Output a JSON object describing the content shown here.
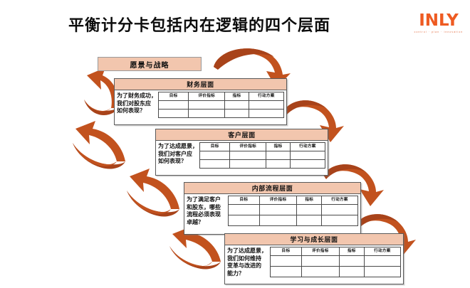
{
  "slide": {
    "title": "平衡计分卡包括内在逻辑的四个层面",
    "background_color": "#ffffff",
    "accent_color": "#D1541E",
    "header_fill_color": "#F2C6AE",
    "logo_color": "#EE5B22"
  },
  "logo": {
    "mark": "INLY",
    "tagline": "control · plan · innovation"
  },
  "vision": {
    "label": "愿景与战略"
  },
  "columns": [
    "目标",
    "评价指标",
    "指标",
    "行动方案"
  ],
  "panels": [
    {
      "id": "financial",
      "title": "财务层面",
      "question": "为了财务成功，\n我们对股东应\n如何表现？",
      "columns": [
        "目标",
        "评价指标",
        "指标",
        "行动方案"
      ],
      "rows": [
        [
          "",
          "",
          "",
          ""
        ],
        [
          "",
          "",
          "",
          ""
        ]
      ]
    },
    {
      "id": "customer",
      "title": "客户层面",
      "question": "为了达成愿景，\n我们对客户应\n如何表现？",
      "columns": [
        "目标",
        "评价指标",
        "指标",
        "行动方案"
      ],
      "rows": [
        [
          "",
          "",
          "",
          ""
        ],
        [
          "",
          "",
          "",
          ""
        ]
      ]
    },
    {
      "id": "process",
      "title": "内部流程层面",
      "question": "为了满足客户\n和股东，哪些\n流程必须表现\n卓越？",
      "columns": [
        "目标",
        "评价指标",
        "指标",
        "行动方案"
      ],
      "rows": [
        [
          "",
          "",
          "",
          ""
        ],
        [
          "",
          "",
          "",
          ""
        ]
      ]
    },
    {
      "id": "learning",
      "title": "学习与成长层面",
      "question": "为了达成愿景，\n我们如何维持\n变革与改进的\n能力？",
      "columns": [
        "目标",
        "评价指标",
        "指标",
        "行动方案"
      ],
      "rows": [
        [
          "",
          "",
          "",
          ""
        ],
        [
          "",
          "",
          "",
          ""
        ]
      ]
    }
  ],
  "arrows": [
    {
      "name": "arrow-top-right-down",
      "direction": "down-right"
    },
    {
      "name": "arrow-left-up-1",
      "direction": "up-left"
    },
    {
      "name": "arrow-right-down-1",
      "direction": "down-right"
    },
    {
      "name": "arrow-left-up-2",
      "direction": "up-left"
    },
    {
      "name": "arrow-right-down-2",
      "direction": "down-right"
    },
    {
      "name": "arrow-left-up-3",
      "direction": "up-left"
    },
    {
      "name": "arrow-right-down-3",
      "direction": "down-right"
    },
    {
      "name": "arrow-left-up-4",
      "direction": "up-left"
    }
  ]
}
